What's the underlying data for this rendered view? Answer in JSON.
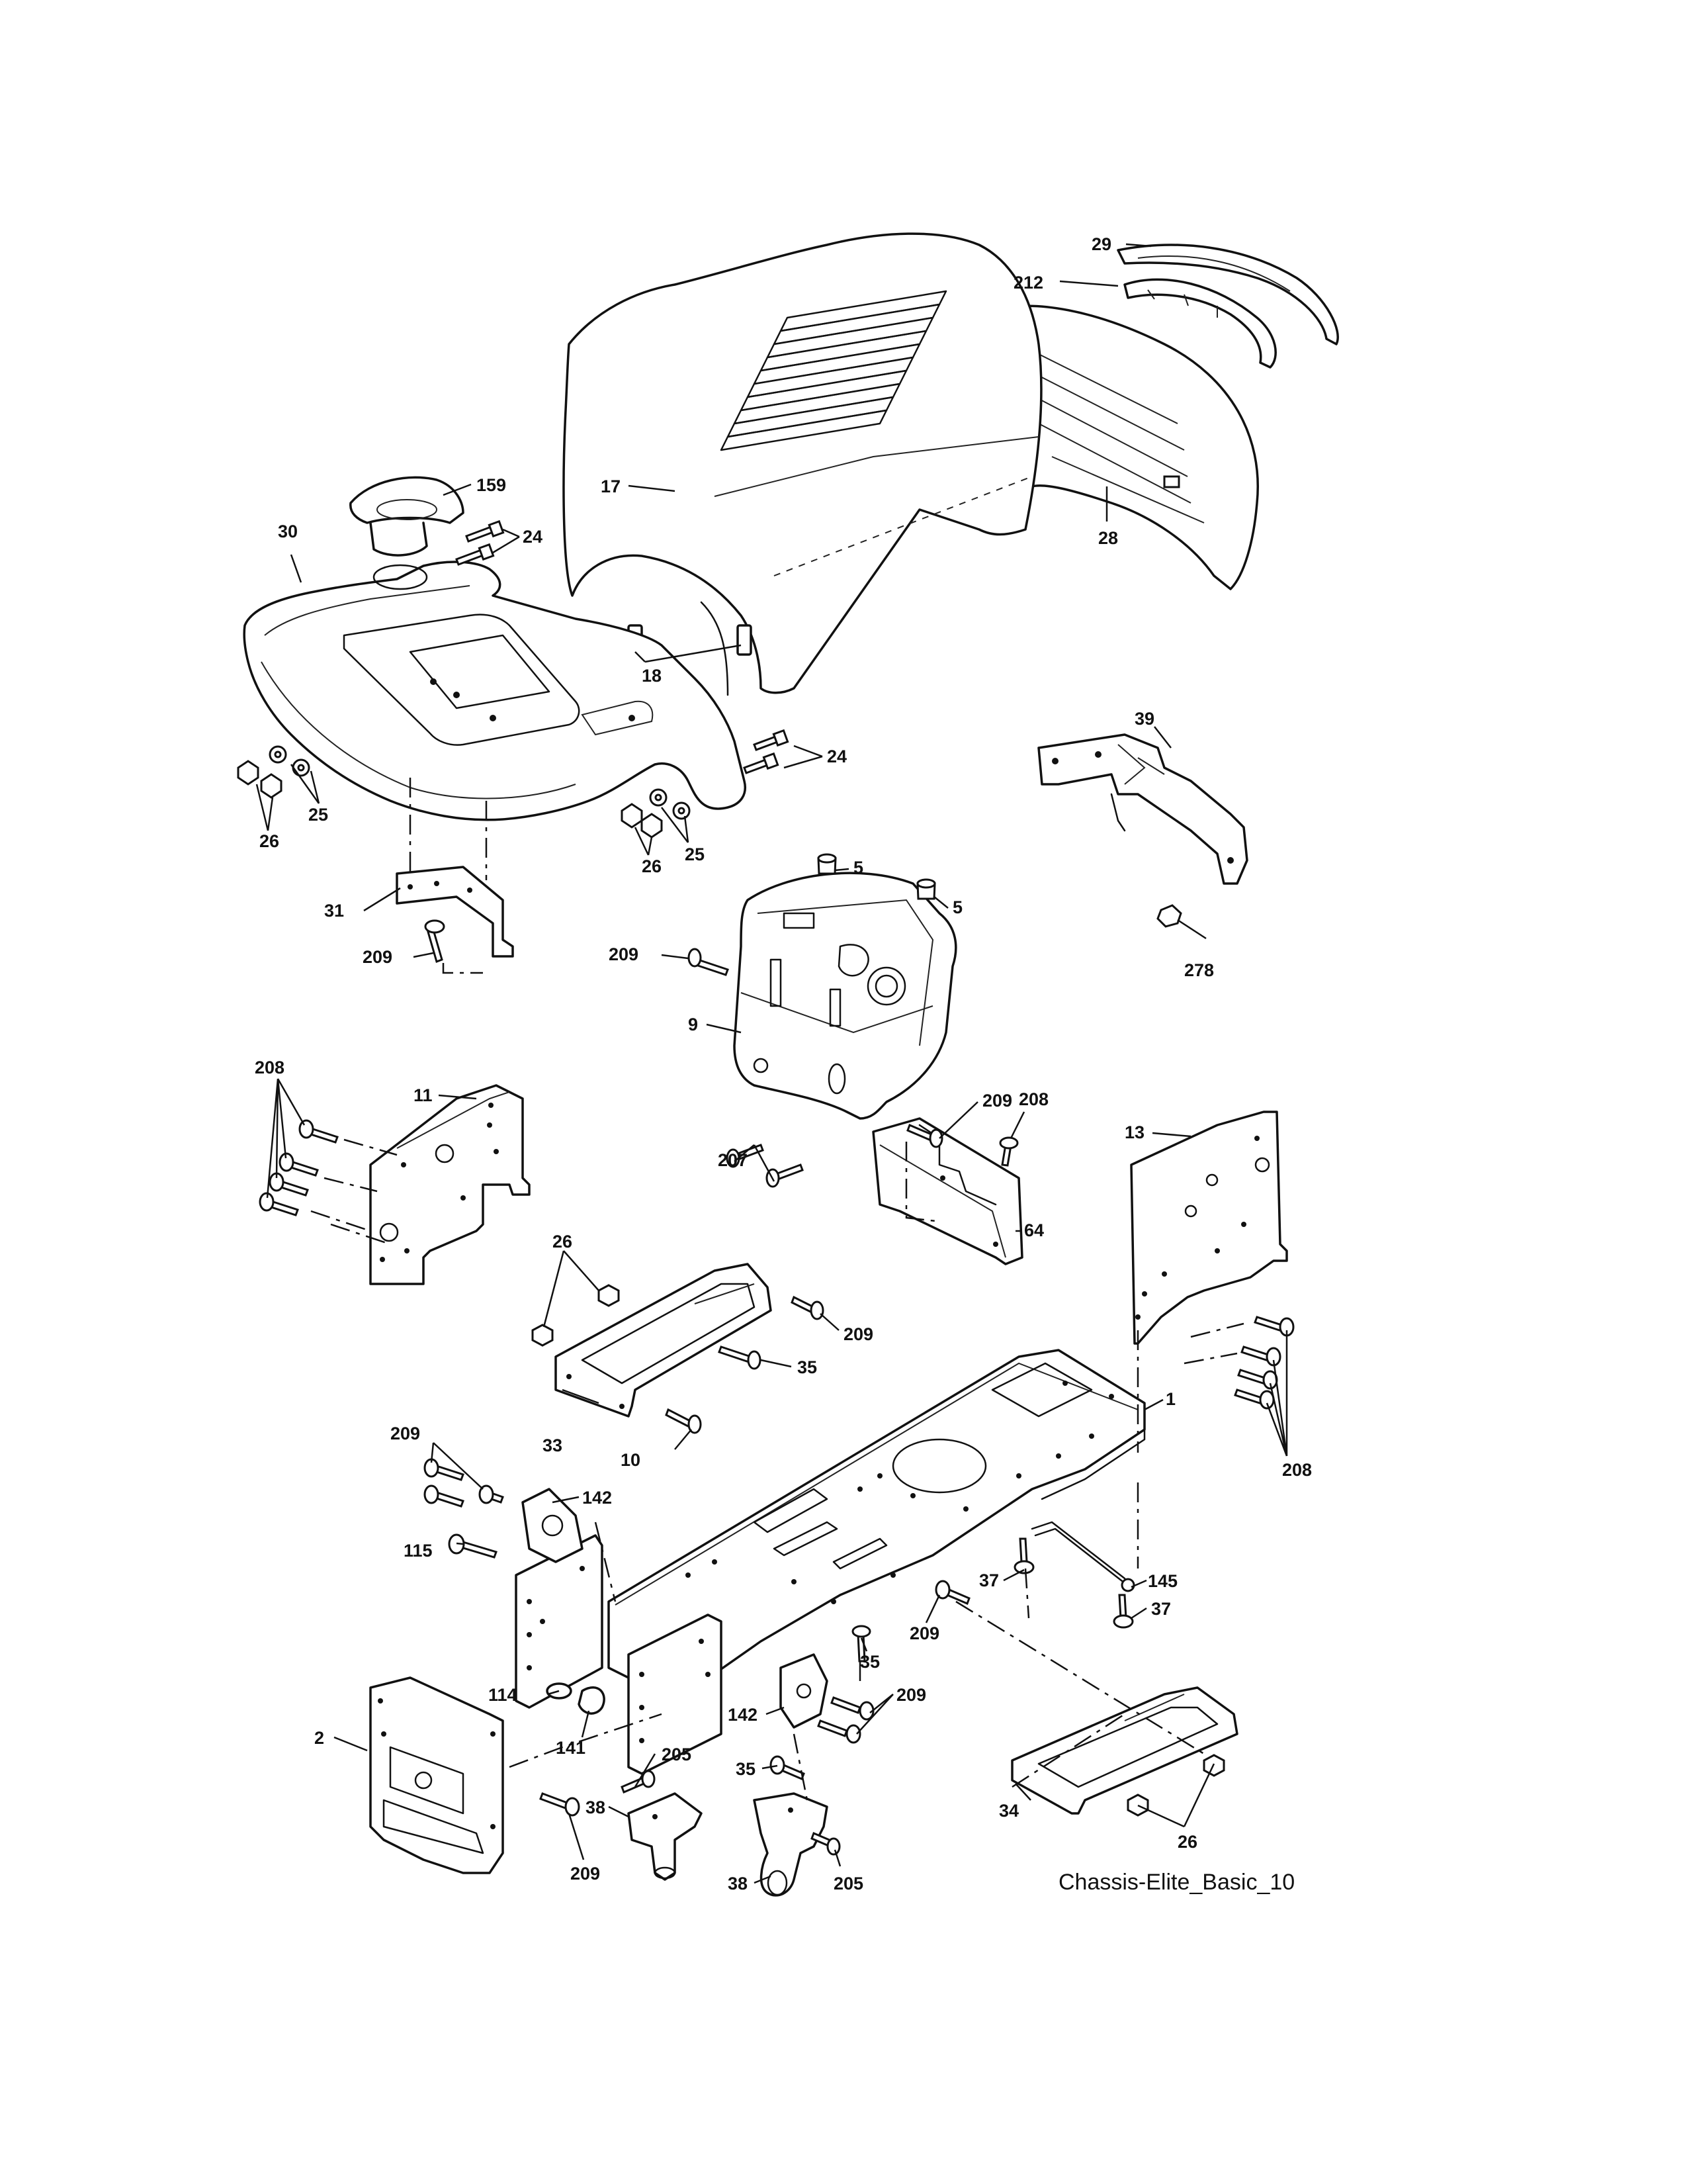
{
  "diagram_caption": "Chassis-Elite_Basic_10",
  "callouts": {
    "c29": "29",
    "c212": "212",
    "c159": "159",
    "c17": "17",
    "c30": "30",
    "c24a": "24",
    "c24b": "24",
    "c28": "28",
    "c18": "18",
    "c39": "39",
    "c25a": "25",
    "c26a": "26",
    "c25b": "25",
    "c26b": "26",
    "c5a": "5",
    "c5b": "5",
    "c31": "31",
    "c209a": "209",
    "c209b": "209",
    "c278": "278",
    "c9": "9",
    "c11": "11",
    "c208a": "208",
    "c209c": "209",
    "c208b": "208",
    "c13": "13",
    "c207": "207",
    "c64": "64",
    "c26c": "26",
    "c209d": "209",
    "c35a": "35",
    "c1": "1",
    "c33": "33",
    "c10": "10",
    "c208c": "208",
    "c209e": "209",
    "c142a": "142",
    "c115": "115",
    "c37a": "37",
    "c145": "145",
    "c37b": "37",
    "c209f": "209",
    "c35b": "35",
    "c209g": "209",
    "c114": "114",
    "c142b": "142",
    "c2": "2",
    "c141": "141",
    "c205a": "205",
    "c35c": "35",
    "c38a": "38",
    "c34": "34",
    "c26d": "26",
    "c209h": "209",
    "c38b": "38",
    "c205b": "205"
  }
}
